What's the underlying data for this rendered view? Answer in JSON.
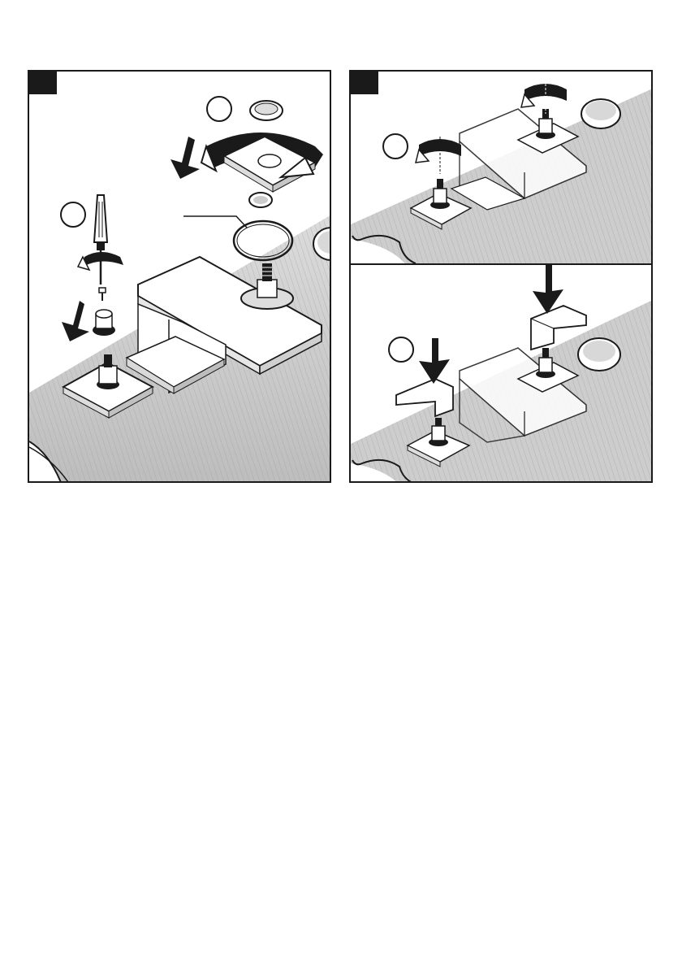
{
  "document": {
    "type": "installation-instructions",
    "panels": [
      {
        "id": "step-remove-escutcheon",
        "contains": [
          "screwdriver-icon",
          "down-arrow-icon",
          "rotate-arrow-icon",
          "o-ring-icon",
          "faucet-spout-icon"
        ]
      },
      {
        "id": "step-install-cap",
        "contains": [
          "rotate-arrow-icon",
          "faucet-spout-icon",
          "cap-button-icon"
        ]
      },
      {
        "id": "step-install-handles",
        "contains": [
          "down-arrow-icon",
          "handle-icon",
          "faucet-spout-icon"
        ]
      }
    ]
  },
  "colors": {
    "line": "#1a1a1a",
    "counter": "#c9c9c9",
    "fill_dark": "#1a1a1a",
    "fill_light": "#ffffff"
  }
}
